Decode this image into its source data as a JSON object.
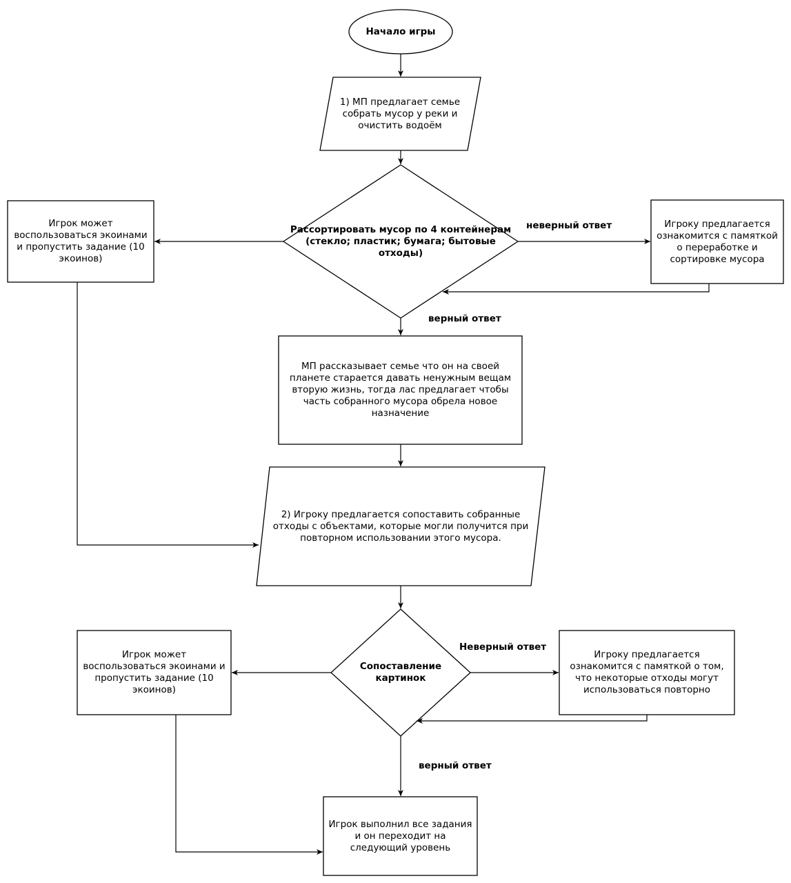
{
  "nodes": {
    "start": "Начало игры",
    "step1": "1) МП предлагает семье\nсобрать мусор у реки и\nочистить водоём",
    "decision1": "Рассортировать мусор по 4 контейнерам\n(стекло; пластик; бумага; бытовые\nотходы)",
    "skip1": "Игрок может\nвоспользоваться экоинами\nи пропустить задание (10\nэкоинов)",
    "hint1": "Игроку предлагается\nознакомится с памяткой\nо переработке и\nсортировке мусора",
    "story": "МП рассказывает семье что он на своей\nпланете старается давать ненужным вещам\nвторую жизнь, тогда лас предлагает чтобы\nчасть собранного мусора обрела новое\nназначение",
    "step2": "2) Игроку предлагается сопоставить собранные\nотходы с объектами, которые могли получится при\nповторном использовании этого мусора.",
    "decision2": "Сопоставление\nкартинок",
    "skip2": "Игрок может\nвоспользоваться экоинами и\nпропустить задание (10\nэкоинов)",
    "hint2": "Игроку предлагается\nознакомится с памяткой о том,\nчто некоторые отходы могут\nиспользоваться повторно",
    "end": "Игрок выполнил все задания\nи он переходит на\nследующий уровень"
  },
  "edge_labels": {
    "wrong1": "неверный ответ",
    "right1": "верный ответ",
    "wrong2": "Неверный ответ",
    "right2": "верный ответ"
  }
}
